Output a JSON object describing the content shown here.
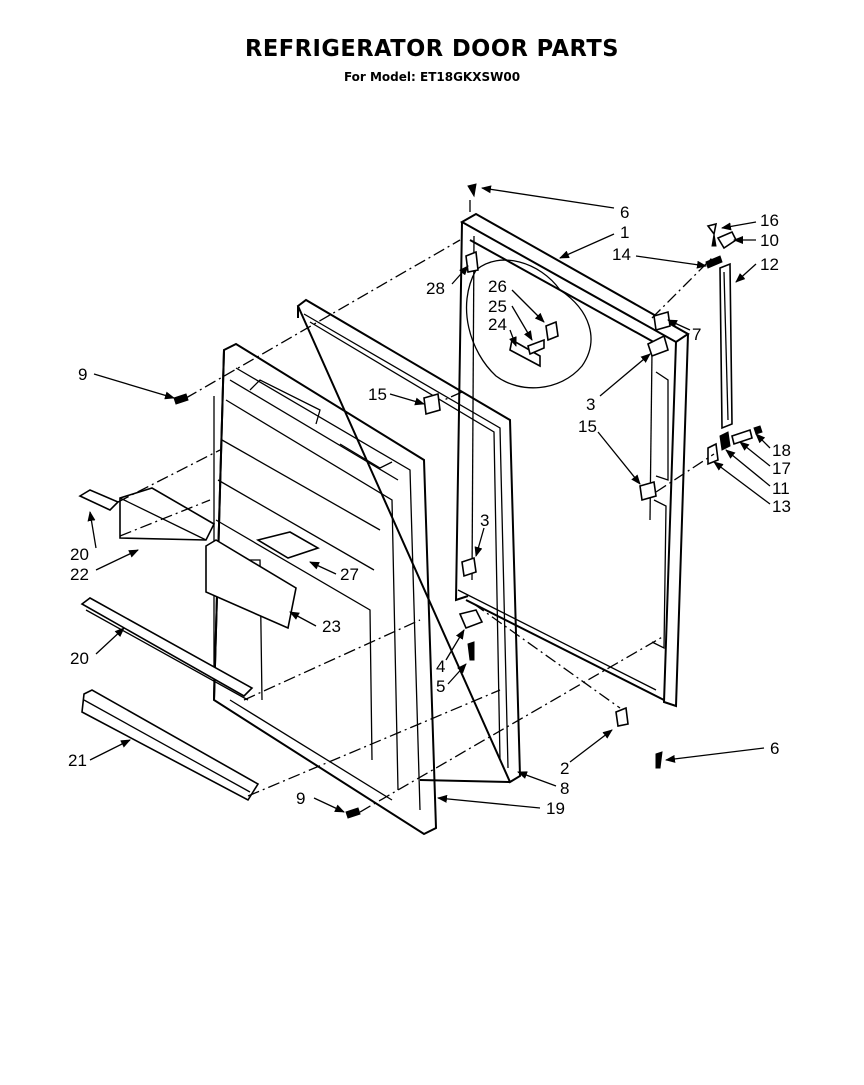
{
  "header": {
    "title": "REFRIGERATOR DOOR PARTS",
    "subtitle": "For Model: ET18GKXSW00"
  },
  "callouts": [
    {
      "id": "c-6-top",
      "label": "6"
    },
    {
      "id": "c-1",
      "label": "1"
    },
    {
      "id": "c-16",
      "label": "16"
    },
    {
      "id": "c-10",
      "label": "10"
    },
    {
      "id": "c-14",
      "label": "14"
    },
    {
      "id": "c-12",
      "label": "12"
    },
    {
      "id": "c-28",
      "label": "28"
    },
    {
      "id": "c-26",
      "label": "26"
    },
    {
      "id": "c-25",
      "label": "25"
    },
    {
      "id": "c-24",
      "label": "24"
    },
    {
      "id": "c-7",
      "label": "7"
    },
    {
      "id": "c-9-top",
      "label": "9"
    },
    {
      "id": "c-15-left",
      "label": "15"
    },
    {
      "id": "c-3-top",
      "label": "3"
    },
    {
      "id": "c-15-right",
      "label": "15"
    },
    {
      "id": "c-18",
      "label": "18"
    },
    {
      "id": "c-17",
      "label": "17"
    },
    {
      "id": "c-11",
      "label": "11"
    },
    {
      "id": "c-13",
      "label": "13"
    },
    {
      "id": "c-20-top",
      "label": "20"
    },
    {
      "id": "c-22",
      "label": "22"
    },
    {
      "id": "c-3-mid",
      "label": "3"
    },
    {
      "id": "c-27",
      "label": "27"
    },
    {
      "id": "c-23",
      "label": "23"
    },
    {
      "id": "c-20-mid",
      "label": "20"
    },
    {
      "id": "c-4",
      "label": "4"
    },
    {
      "id": "c-5",
      "label": "5"
    },
    {
      "id": "c-21",
      "label": "21"
    },
    {
      "id": "c-2",
      "label": "2"
    },
    {
      "id": "c-6-bottom",
      "label": "6"
    },
    {
      "id": "c-8",
      "label": "8"
    },
    {
      "id": "c-9-bottom",
      "label": "9"
    },
    {
      "id": "c-19",
      "label": "19"
    }
  ]
}
